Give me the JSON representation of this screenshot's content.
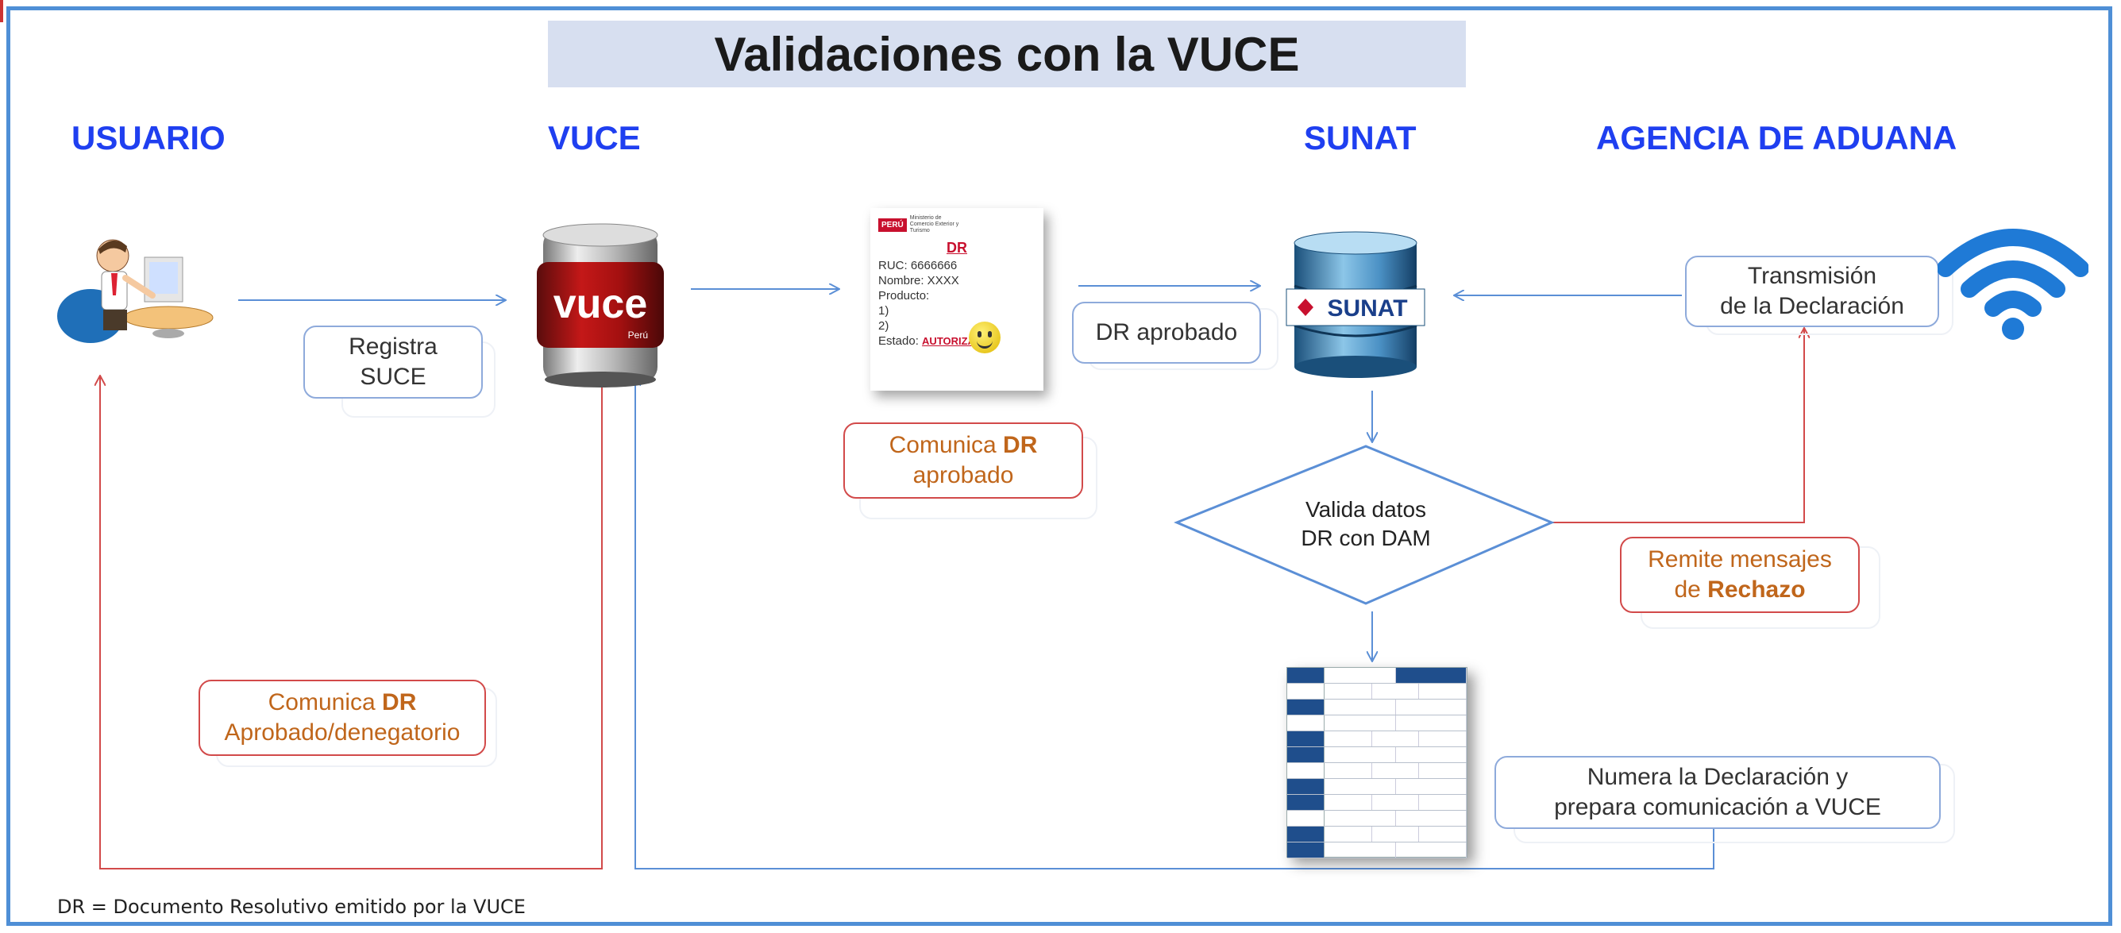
{
  "title": "Validaciones con la VUCE",
  "headers": {
    "usuario": "USUARIO",
    "vuce": "VUCE",
    "sunat": "SUNAT",
    "agencia": "AGENCIA DE ADUANA"
  },
  "labels": {
    "registra_l1": "Registra",
    "registra_l2": "SUCE",
    "comunica_dr_pre": "Comunica ",
    "comunica_dr_bold": "DR",
    "comunica_dr_l2": "aprobado",
    "dr_aprobado": "DR aprobado",
    "transmision_l1": "Transmisión",
    "transmision_l2": "de la Declaración",
    "valida_l1": "Valida datos",
    "valida_l2": "DR con DAM",
    "remite_l1": "Remite mensajes",
    "remite_pre": "de ",
    "remite_bold": "Rechazo",
    "comunica2_pre": "Comunica ",
    "comunica2_bold": "DR",
    "comunica2_l2": "Aprobado/denegatorio",
    "numera_l1": "Numera la Declaración y",
    "numera_l2": "prepara comunicación a VUCE"
  },
  "dr_card": {
    "peru": "PERÚ",
    "ministry": "Ministerio de Comercio Exterior y Turismo",
    "title": "DR",
    "ruc": "RUC: 6666666",
    "nombre": "Nombre: XXXX",
    "producto": "Producto:",
    "item1": "1)",
    "item2": "2)",
    "estado_label": "Estado: ",
    "estado_value": "AUTORIZADO"
  },
  "icons": {
    "vuce_text": "vuce",
    "vuce_sub": "Perú",
    "sunat_text": "SUNAT"
  },
  "footnote": "DR = Documento Resolutivo emitido por la VUCE",
  "colors": {
    "header_blue": "#1f3ff0",
    "arrow_blue": "#5b8fd6",
    "arrow_red": "#d24a4a",
    "accent_orange": "#c0661b",
    "title_bg": "#d7dff0"
  }
}
